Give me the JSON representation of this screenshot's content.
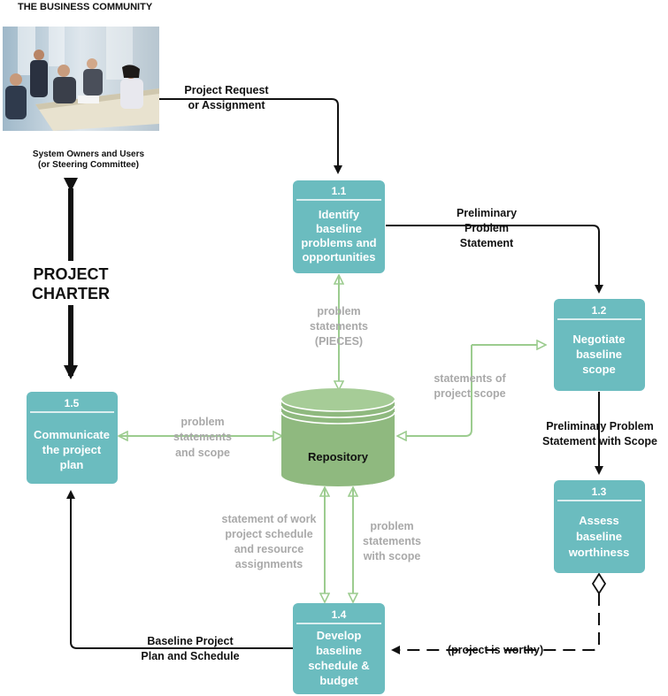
{
  "header": {
    "title": "THE BUSINESS COMMUNITY",
    "group_line1": "System Owners and Users",
    "group_line2": "(or Steering Committee)"
  },
  "charter": {
    "line1": "PROJECT",
    "line2": "CHARTER"
  },
  "processes": [
    {
      "id": "1.1",
      "lines": [
        "Identify",
        "baseline",
        "problems and",
        "opportunities"
      ]
    },
    {
      "id": "1.2",
      "lines": [
        "Negotiate",
        "baseline",
        "scope"
      ]
    },
    {
      "id": "1.3",
      "lines": [
        "Assess",
        "baseline",
        "worthiness"
      ]
    },
    {
      "id": "1.4",
      "lines": [
        "Develop",
        "baseline",
        "schedule &",
        "budget"
      ]
    },
    {
      "id": "1.5",
      "lines": [
        "Communicate",
        "the project",
        "plan"
      ]
    }
  ],
  "store": {
    "label": "Repository"
  },
  "flows": {
    "project_request": [
      "Project Request",
      "or Assignment"
    ],
    "preliminary_problem": [
      "Preliminary",
      "Problem",
      "Statement"
    ],
    "preliminary_scope": [
      "Preliminary Problem",
      "Statement with Scope"
    ],
    "project_worthy": "(project is worthy)",
    "baseline_plan": [
      "Baseline Project",
      "Plan and Schedule"
    ],
    "problem_pieces": [
      "problem",
      "statements",
      "(PIECES)"
    ],
    "project_scope": [
      "statements of",
      "project scope"
    ],
    "problem_scope": [
      "problem",
      "statements",
      "and scope"
    ],
    "statement_work": [
      "statement of work",
      "project schedule",
      "and resource",
      "assignments"
    ],
    "problem_with_scope": [
      "problem",
      "statements",
      "with scope"
    ]
  },
  "colors": {
    "process_fill": "#6bbcbf",
    "store_fill": "#8fb97f",
    "store_top": "#a6cc97",
    "data_flow": "#9ccc8f",
    "control_flow": "#111111"
  }
}
